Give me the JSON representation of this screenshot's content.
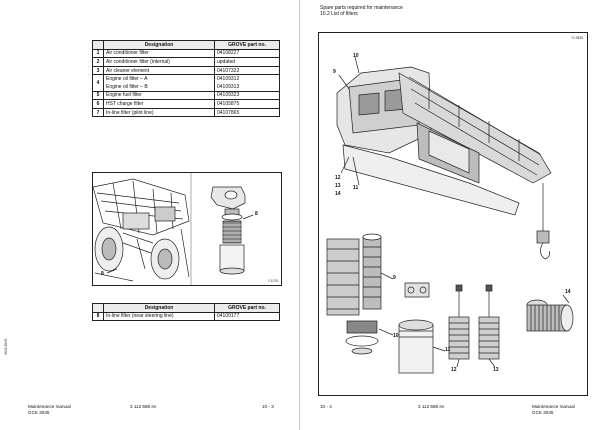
{
  "left_page": {
    "table1": {
      "headers": [
        "Designation",
        "GROVE part no."
      ],
      "rows": [
        {
          "num": "1",
          "designation": "Air conditioner filter",
          "part": "04108227"
        },
        {
          "num": "2",
          "designation": "Air conditioner filter (internal)",
          "part": "updated"
        },
        {
          "num": "3",
          "designation": "Air cleaner element",
          "part": "04107322"
        },
        {
          "num": "4",
          "designation": "Engine oil filter – A",
          "part": "04109312"
        },
        {
          "num": "",
          "designation": "Engine oil filter – B",
          "part": "04109313"
        },
        {
          "num": "5",
          "designation": "Engine fuel filter",
          "part": "04109323"
        },
        {
          "num": "6",
          "designation": "HST charge filter",
          "part": "04105875"
        },
        {
          "num": "7",
          "designation": "In-line filter (pilot line)",
          "part": "04107865"
        }
      ]
    },
    "table2": {
      "headers": [
        "Designation",
        "GROVE part no."
      ],
      "rows": [
        {
          "num": "8",
          "designation": "In-line filter (near steering line)",
          "part": "04109177"
        }
      ]
    },
    "figure_callouts": [
      "8",
      "8"
    ],
    "figure_ref": "Y-1076",
    "footer": {
      "left1": "Maintenance manual",
      "left2": "GCK 3045",
      "center": "3 112 588 en",
      "right": "10 - 3"
    },
    "side_text": "3045-ENG"
  },
  "right_page": {
    "header": {
      "line1": "Spare parts required for maintenance",
      "line2": "10.2 List of filters"
    },
    "figure_ref": "Y2-9835",
    "crane_callouts": [
      "10",
      "9",
      "12",
      "13",
      "14",
      "11"
    ],
    "filter_callouts": [
      "9",
      "10",
      "11",
      "12",
      "13",
      "14"
    ],
    "footer": {
      "left": "10 - 4",
      "center": "3 112 588 en",
      "right1": "Maintenance manual",
      "right2": "GCK 3045"
    }
  }
}
